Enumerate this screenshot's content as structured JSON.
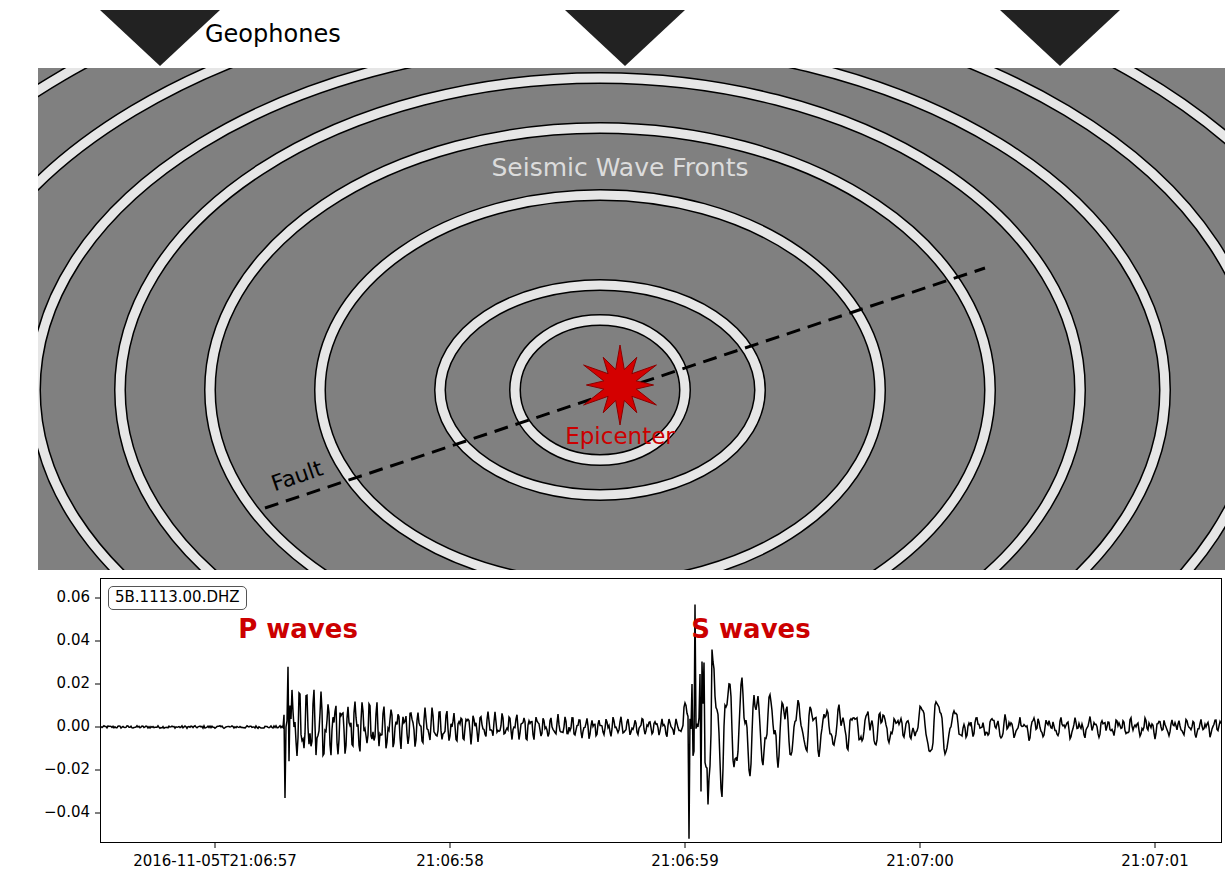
{
  "diagram": {
    "nodes": [
      {
        "text": [
          "5B.1113.00.DHZ"
        ]
      }
    ],
    "labels": [
      "Geophones",
      "Seismic Wave Fronts",
      "Epicenter",
      "Fault",
      "P waves",
      "S waves",
      "0.06",
      "0.04",
      "0.02",
      "0.00",
      "−0.02",
      "−0.04",
      "2016-11-05T21:06:57",
      "21:06:58",
      "21:06:59",
      "21:07:00",
      "21:07:01"
    ]
  }
}
